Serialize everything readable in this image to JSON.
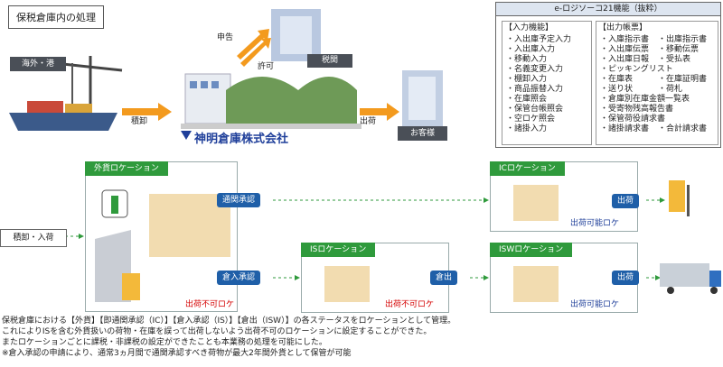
{
  "header": {
    "title": "保税倉庫内の処理"
  },
  "top": {
    "overseas_port": "海外・港",
    "unload": "積卸",
    "report": "申告",
    "permit": "許可",
    "customs": "税関",
    "ship_out": "出荷",
    "customer": "お客様",
    "company_name": "神明倉庫株式会社"
  },
  "features": {
    "title": "e-ロジソーコ21機能（抜粋）",
    "input_head": "【入力機能】",
    "input_items": [
      "・入出庫予定入力",
      "・入出庫入力",
      "・移動入力",
      "・名義変更入力",
      "・棚卸入力",
      "・商品振替入力",
      "・在庫照会",
      "・保管台帳照会",
      "・空ロケ照会",
      "・諸掛入力"
    ],
    "output_head": "【出力帳票】",
    "output_col1": [
      "・入庫指示書",
      "・入出庫伝票",
      "・入出庫日報"
    ],
    "output_col2": [
      "・出庫指示書",
      "・移動伝票",
      "・受払表"
    ],
    "output_full1": [
      "・ピッキングリスト"
    ],
    "output_col1b": [
      "・在庫表",
      "・送り状"
    ],
    "output_col2b": [
      "・在庫証明書",
      "・荷札"
    ],
    "output_full2": [
      "・倉庫別在庫金額一覧表",
      "・受寄物残高報告書",
      "・保管荷役請求書"
    ],
    "output_last1": "・諸掛請求書",
    "output_last2": "・合計請求書"
  },
  "flow": {
    "inbound": "積卸・入荷",
    "foreign_loc": "外貨ロケーション",
    "customs_approval": "通関承認",
    "warehouse_approval": "倉入承認",
    "ic_loc": "ICロケーション",
    "is_loc": "ISロケーション",
    "isw_loc": "ISWロケーション",
    "dispatch": "倉出",
    "ship1": "出荷",
    "ship2": "出荷",
    "cannot_ship1": "出荷不可ロケ",
    "cannot_ship2": "出荷不可ロケ",
    "can_ship1": "出荷可能ロケ",
    "can_ship2": "出荷可能ロケ"
  },
  "notes": [
    "保税倉庫における【外貨】【即通関承認（IC）】【倉入承認（IS）】【倉出（ISW）】の各ステータスをロケーションとして管理。",
    "これによりISを含む外貨扱いの荷物・在庫を誤って出荷しないよう出荷不可のロケーションに設定することができた。",
    "またロケーションごとに課税・非課税の設定ができたことも本業務の処理を可能にした。",
    "※倉入承認の申請により、通常3ヵ月間で通関承認すべき荷物が最大2年間外貨として保管が可能"
  ],
  "colors": {
    "green": "#2f9a3c",
    "blue": "#1f5fa8",
    "orange": "#f39a1e",
    "red": "#d40000"
  }
}
